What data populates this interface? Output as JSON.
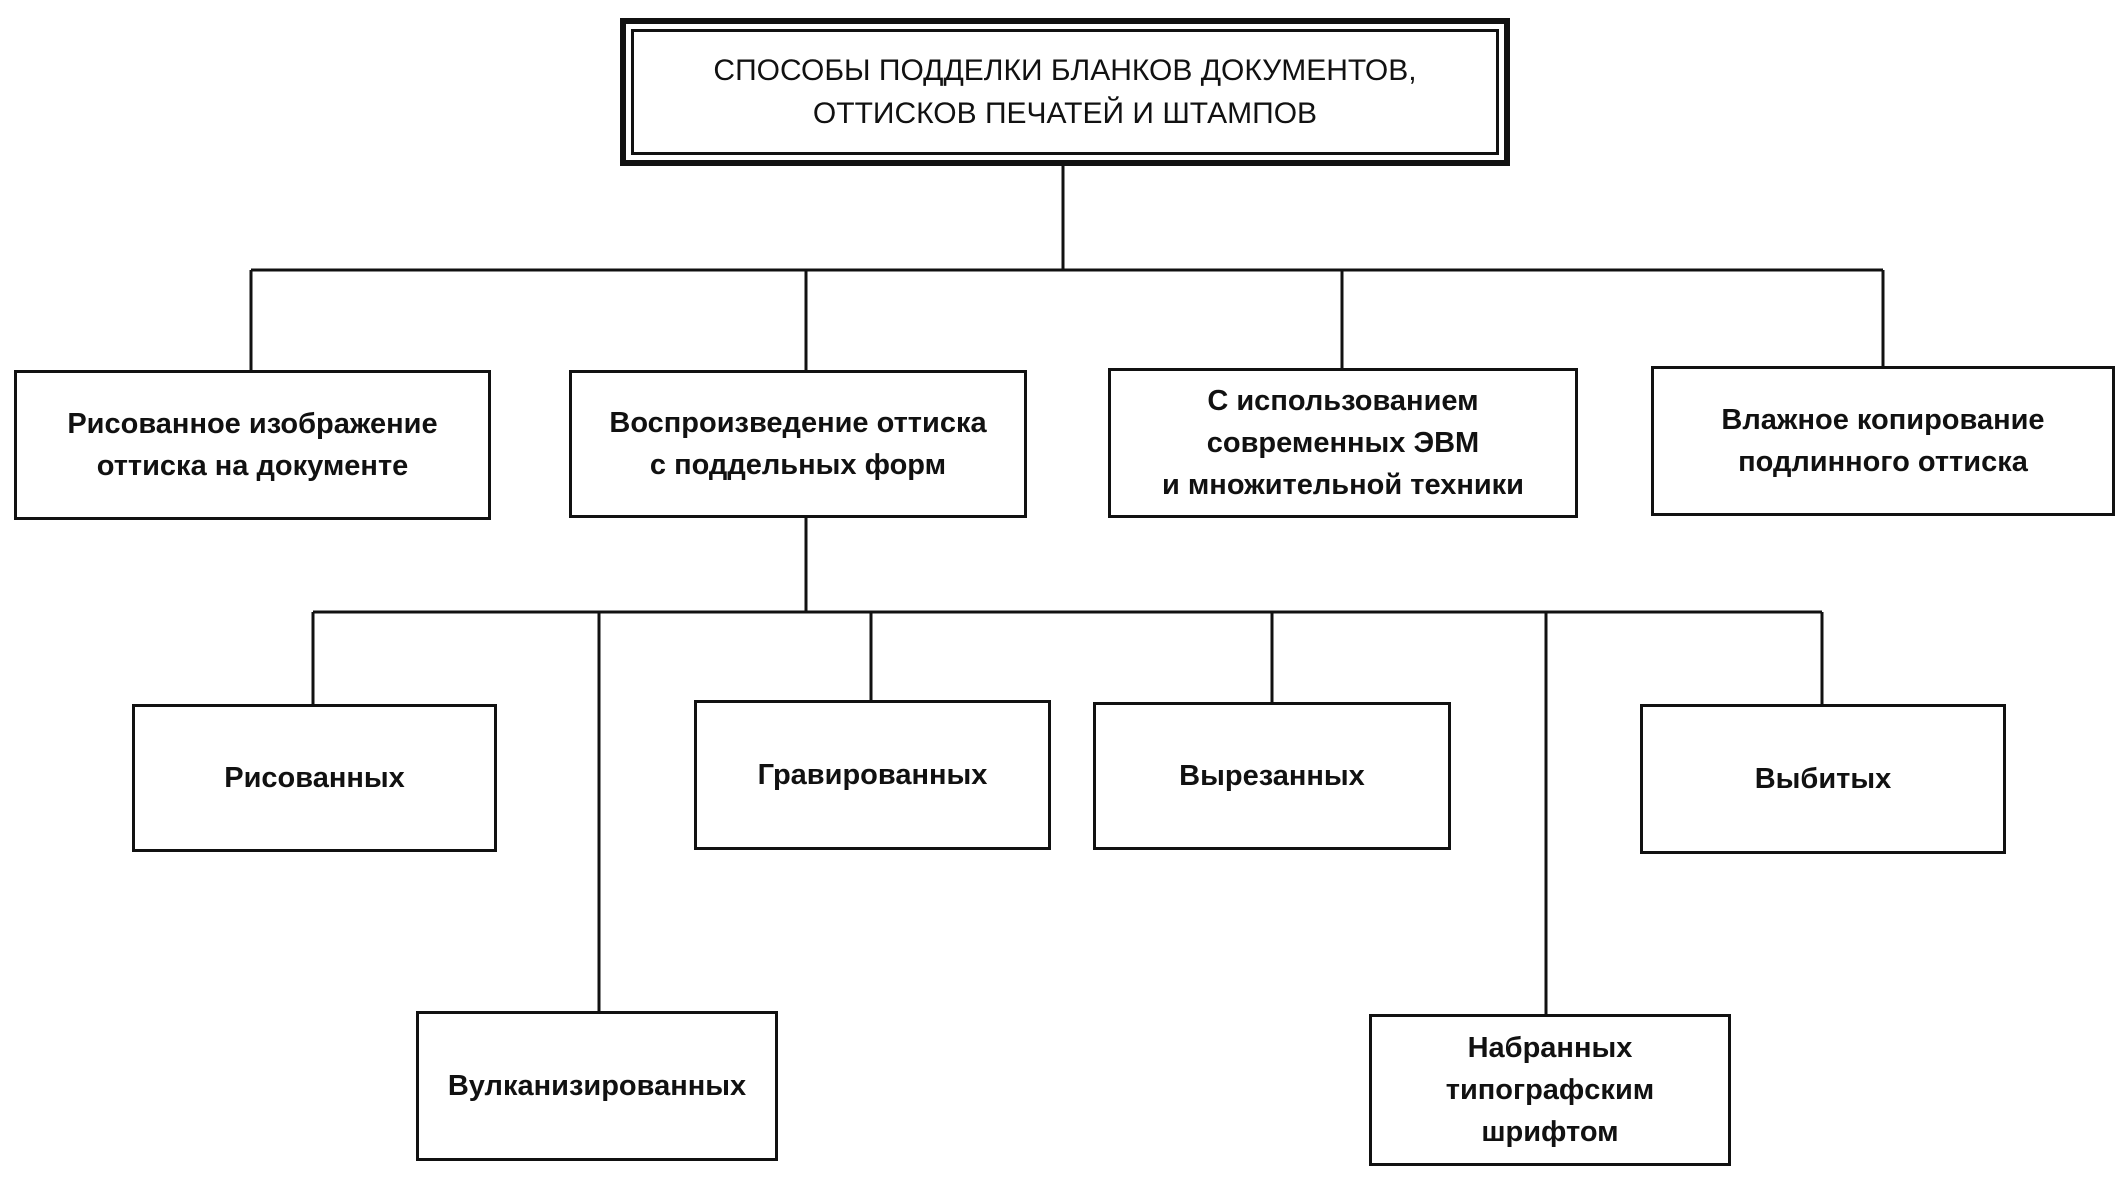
{
  "diagram": {
    "root": "СПОСОБЫ ПОДДЕЛКИ БЛАНКОВ ДОКУМЕНТОВ,\nОТТИСКОВ ПЕЧАТЕЙ И ШТАМПОВ",
    "level1": [
      "Рисованное изображение\nоттиска на документе",
      "Воспроизведение оттиска\nс поддельных форм",
      "С использованием\nсовременных ЭВМ\nи множительной техники",
      "Влажное копирование\nподлинного оттиска"
    ],
    "level2": [
      "Рисованных",
      "Вулканизированных",
      "Гравированных",
      "Вырезанных",
      "Набранных\nтипографским\nшрифтом",
      "Выбитых"
    ]
  }
}
